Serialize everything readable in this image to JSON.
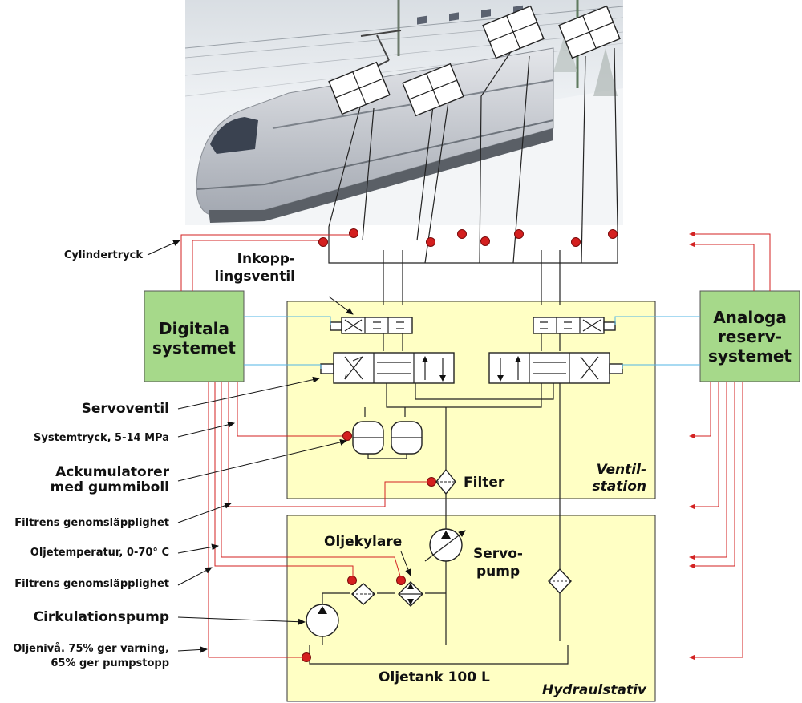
{
  "labels": {
    "cylindertryck": "Cylindertryck",
    "inkopplingsventil_1": "Inkopp-",
    "inkopplingsventil_2": "lingsventil",
    "servoventil": "Servoventil",
    "systemtryck": "Systemtryck, 5-14 MPa",
    "ackumulatorer_1": "Ackumulatorer",
    "ackumulatorer_2": "med gummiboll",
    "filtrens_1": "Filtrens genomsläpplighet",
    "oljetemperatur": "Oljetemperatur, 0-70° C",
    "filtrens_2": "Filtrens genomsläpplighet",
    "cirkulationspump": "Cirkulationspump",
    "oljeniva_1": "Oljenivå. 75% ger varning,",
    "oljeniva_2": "65% ger pumpstopp",
    "filter": "Filter",
    "oljekylare": "Oljekylare",
    "servopump_1": "Servo-",
    "servopump_2": "pump",
    "oljetank": "Oljetank 100 L",
    "ventilstation_1": "Ventil-",
    "ventilstation_2": "station",
    "hydraulstativ": "Hydraulstativ"
  },
  "boxes": {
    "digital_1": "Digitala",
    "digital_2": "systemet",
    "analog_1": "Analoga",
    "analog_2": "reserv-",
    "analog_3": "systemet"
  },
  "colors": {
    "station_fill": "#ffffc4",
    "control_box_fill": "#a6d98a",
    "signal_red": "#d32222",
    "signal_blue": "#52b4e6",
    "sensor_dot": "#d41f1f"
  },
  "icons": [
    "train-photo",
    "pressure-sensor-dot",
    "valve-symbol",
    "accumulator-symbol",
    "filter-symbol",
    "pump-symbol",
    "cooler-symbol",
    "tank-symbol"
  ]
}
